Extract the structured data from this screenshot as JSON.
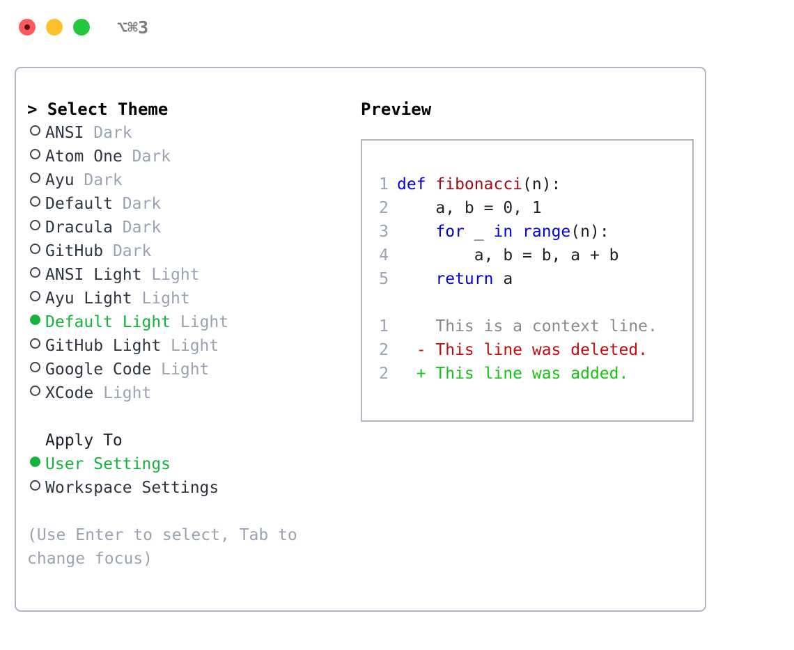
{
  "window": {
    "title": "⌥⌘3",
    "traffic_lights": [
      {
        "name": "close-button",
        "color": "#fb5b5b"
      },
      {
        "name": "minimize-button",
        "color": "#ffc02e"
      },
      {
        "name": "maximize-button",
        "color": "#22c83c"
      }
    ]
  },
  "theme_picker": {
    "header": "> Select Theme",
    "options": [
      {
        "label": "ANSI",
        "kind": "Dark",
        "selected": false
      },
      {
        "label": "Atom One",
        "kind": "Dark",
        "selected": false
      },
      {
        "label": "Ayu",
        "kind": "Dark",
        "selected": false
      },
      {
        "label": "Default",
        "kind": "Dark",
        "selected": false
      },
      {
        "label": "Dracula",
        "kind": "Dark",
        "selected": false
      },
      {
        "label": "GitHub",
        "kind": "Dark",
        "selected": false
      },
      {
        "label": "ANSI Light",
        "kind": "Light",
        "selected": false
      },
      {
        "label": "Ayu Light",
        "kind": "Light",
        "selected": false
      },
      {
        "label": "Default Light",
        "kind": "Light",
        "selected": true
      },
      {
        "label": "GitHub Light",
        "kind": "Light",
        "selected": false
      },
      {
        "label": "Google Code",
        "kind": "Light",
        "selected": false
      },
      {
        "label": "XCode",
        "kind": "Light",
        "selected": false
      }
    ]
  },
  "apply_to": {
    "header": "Apply To",
    "options": [
      {
        "label": "User Settings",
        "selected": true
      },
      {
        "label": "Workspace Settings",
        "selected": false
      }
    ]
  },
  "hint": "(Use Enter to select, Tab to change focus)",
  "preview": {
    "title": "Preview",
    "code_lines": [
      {
        "num": "1",
        "tokens": [
          {
            "t": "def ",
            "c": "kw"
          },
          {
            "t": "fibonacci",
            "c": "fn"
          },
          {
            "t": "(n):",
            "c": "pl"
          }
        ]
      },
      {
        "num": "2",
        "tokens": [
          {
            "t": "    a, b = 0, 1",
            "c": "pl"
          }
        ]
      },
      {
        "num": "3",
        "tokens": [
          {
            "t": "    ",
            "c": "pl"
          },
          {
            "t": "for",
            "c": "kw"
          },
          {
            "t": " _ ",
            "c": "pl"
          },
          {
            "t": "in",
            "c": "kw"
          },
          {
            "t": " ",
            "c": "pl"
          },
          {
            "t": "range",
            "c": "kw"
          },
          {
            "t": "(n):",
            "c": "pl"
          }
        ]
      },
      {
        "num": "4",
        "tokens": [
          {
            "t": "        a, b = b, a + b",
            "c": "pl"
          }
        ]
      },
      {
        "num": "5",
        "tokens": [
          {
            "t": "    ",
            "c": "pl"
          },
          {
            "t": "return",
            "c": "kw"
          },
          {
            "t": " a",
            "c": "pl"
          }
        ]
      }
    ],
    "diff_lines": [
      {
        "num": "1",
        "marker": "  ",
        "text": "This is a context line.",
        "c": "ctx"
      },
      {
        "num": "2",
        "marker": "- ",
        "text": "This line was deleted.",
        "c": "del"
      },
      {
        "num": "2",
        "marker": "+ ",
        "text": "This line was added.",
        "c": "add"
      }
    ]
  },
  "colors": {
    "accent_green": "#17b23c",
    "muted": "#9aa3b2",
    "keyword": "#0000e0",
    "function": "#9c0c16",
    "diff_deleted": "#c00d0d",
    "diff_added": "#16c413",
    "border": "#aeb6c2"
  }
}
